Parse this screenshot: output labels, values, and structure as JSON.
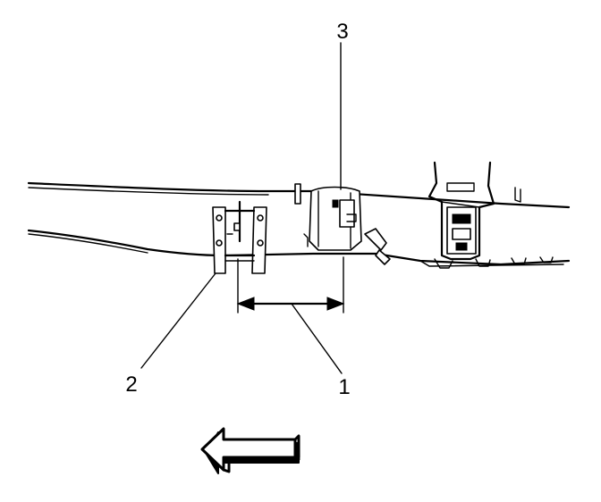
{
  "callouts": {
    "one": "1",
    "two": "2",
    "three": "3"
  },
  "colors": {
    "line": "#000000",
    "background": "#ffffff"
  },
  "icons": {
    "direction_arrow": "forward-arrow-icon"
  }
}
